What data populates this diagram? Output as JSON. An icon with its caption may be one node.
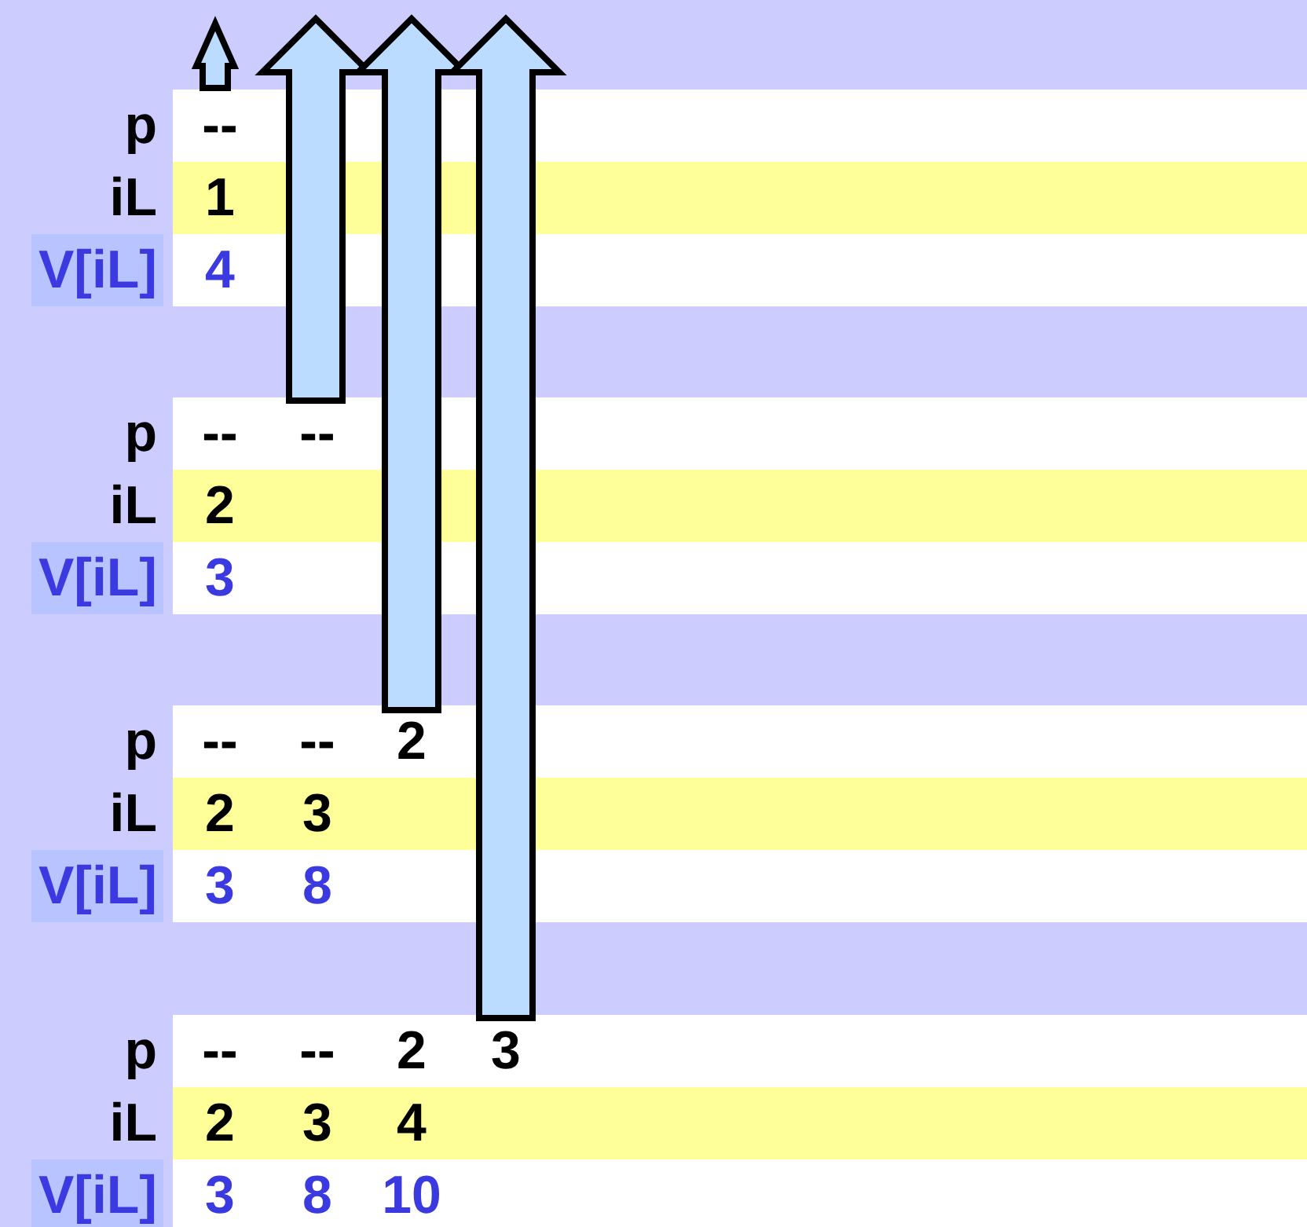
{
  "diagram": {
    "labels": [
      "p",
      "--",
      "iL",
      "1",
      "V[iL]",
      "4",
      "p",
      "--",
      "--",
      "iL",
      "2",
      "V[iL]",
      "3",
      "p",
      "--",
      "--",
      "2",
      "iL",
      "2",
      "3",
      "V[iL]",
      "3",
      "8",
      "p",
      "--",
      "--",
      "2",
      "3",
      "iL",
      "2",
      "3",
      "4",
      "V[iL]",
      "3",
      "8",
      "10"
    ]
  }
}
